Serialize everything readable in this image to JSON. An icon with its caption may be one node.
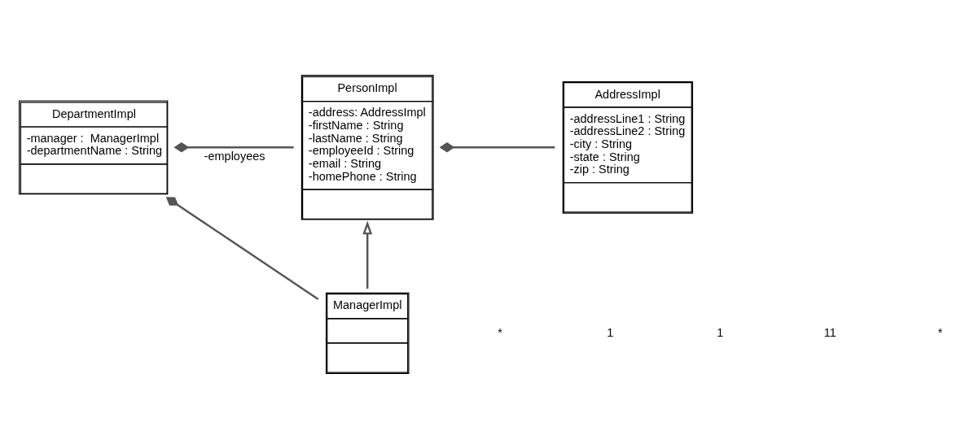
{
  "diagram": {
    "nodes": [
      {
        "text": [
          "PersonImpl",
          "-address: AddressImpl",
          "-firstName : String",
          "-lastName : String",
          "-employeeId : String",
          "-email : String",
          "-homePhone : String"
        ]
      },
      {
        "text": [
          "AddressImpl",
          "-addressLine1 : String",
          "-addressLine2 : String",
          "-city : String",
          "-state : String",
          "-zip : String"
        ]
      },
      {
        "text": [
          "DepartmentImpl",
          "-manager :  ManagerImpl",
          "-departmentName : String"
        ]
      },
      {
        "text": [
          "ManagerImpl"
        ]
      }
    ],
    "edges": [
      {
        "from": 0,
        "to": 1,
        "arrow": "other"
      },
      {
        "from": 2,
        "to": 0,
        "arrow": "other",
        "label": "-employees"
      },
      {
        "from": 2,
        "to": 3,
        "arrow": "other"
      },
      {
        "from": 3,
        "to": 0,
        "arrow": "to"
      }
    ],
    "labels": [
      "*",
      "1",
      "1",
      "11",
      "*"
    ]
  }
}
